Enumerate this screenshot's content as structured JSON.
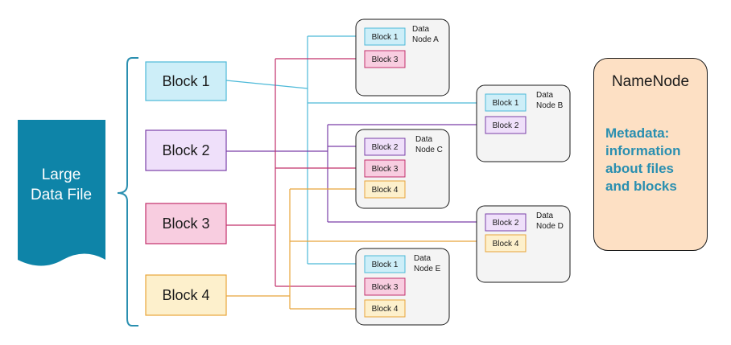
{
  "file": {
    "label_line1": "Large",
    "label_line2": "Data File"
  },
  "blocks": [
    {
      "id": "block-1",
      "label": "Block 1",
      "fill": "#cdeef8",
      "stroke": "#4cb9d8"
    },
    {
      "id": "block-2",
      "label": "Block 2",
      "fill": "#efe0fa",
      "stroke": "#7a3fa8"
    },
    {
      "id": "block-3",
      "label": "Block 3",
      "fill": "#f8cde0",
      "stroke": "#c2306b"
    },
    {
      "id": "block-4",
      "label": "Block 4",
      "fill": "#fdf0cc",
      "stroke": "#e8a53a"
    }
  ],
  "data_nodes": [
    {
      "id": "data-node-a",
      "line1": "Data",
      "line2": "Node A",
      "blocks": [
        "Block 1",
        "Block 3"
      ]
    },
    {
      "id": "data-node-b",
      "line1": "Data",
      "line2": "Node B",
      "blocks": [
        "Block 1",
        "Block 2"
      ]
    },
    {
      "id": "data-node-c",
      "line1": "Data",
      "line2": "Node C",
      "blocks": [
        "Block 2",
        "Block 3",
        "Block 4"
      ]
    },
    {
      "id": "data-node-d",
      "line1": "Data",
      "line2": "Node D",
      "blocks": [
        "Block 2",
        "Block 4"
      ]
    },
    {
      "id": "data-node-e",
      "line1": "Data",
      "line2": "Node E",
      "blocks": [
        "Block 1",
        "Block 3",
        "Block 4"
      ]
    }
  ],
  "namenode": {
    "title": "NameNode",
    "meta_lines": [
      "Metadata:",
      "information",
      "about files",
      "and blocks"
    ]
  },
  "colors": {
    "file_fill": "#0e84a8",
    "node_fill": "#f4f4f4",
    "namenode_fill": "#fde0c4",
    "namenode_text": "#2a8fb0",
    "brace": "#2a8fb0"
  }
}
